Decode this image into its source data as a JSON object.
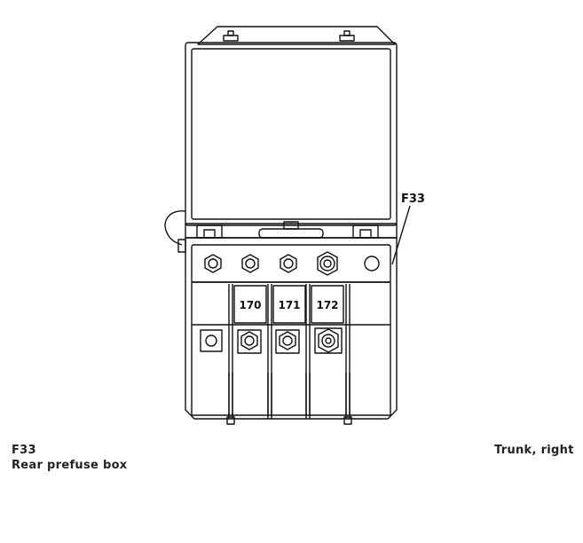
{
  "diagram": {
    "callout_label": "F33",
    "fuse_labels": [
      "170",
      "171",
      "172"
    ]
  },
  "caption": {
    "code": "F33",
    "name": "Rear prefuse box",
    "location": "Trunk, right"
  },
  "colors": {
    "line": "#111111",
    "background": "#ffffff"
  }
}
